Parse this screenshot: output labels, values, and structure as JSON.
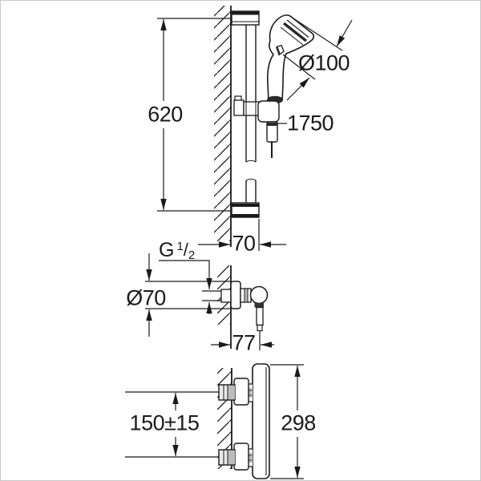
{
  "labels": {
    "rail_length": "620",
    "head_diameter": "Ø100",
    "hose_length": "1750",
    "rail_wall_offset": "70",
    "thread": {
      "prefix": "G",
      "numerator": "1",
      "slash": "/",
      "denominator": "2"
    },
    "flange_diameter": "Ø70",
    "outlet_wall_offset": "77",
    "connection_spacing": "150±15",
    "body_height": "298"
  },
  "colors": {
    "line": "#1a1a1a",
    "shade_dark": "#333333",
    "shade_mid": "#bbbbbb",
    "shade_light": "#e9e9e9",
    "border": "#c9c9c9",
    "background": "#ffffff"
  }
}
